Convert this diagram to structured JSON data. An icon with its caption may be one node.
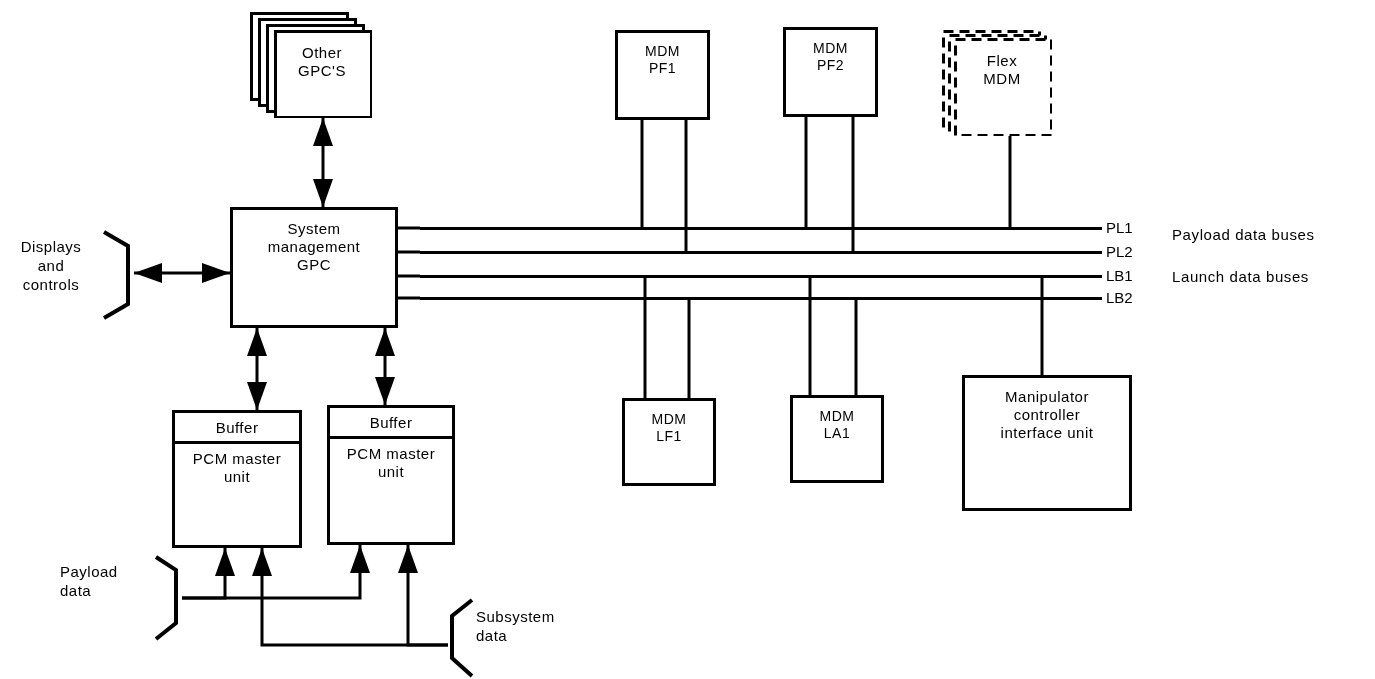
{
  "diagram": {
    "nodes": [
      {
        "text": [
          "Other GPC'S"
        ]
      },
      {
        "text": [
          "Displays and controls"
        ]
      },
      {
        "text": [
          "System management GPC"
        ]
      },
      {
        "text": [
          "MDM PF1"
        ]
      },
      {
        "text": [
          "MDM PF2"
        ]
      },
      {
        "text": [
          "Flex MDM"
        ]
      },
      {
        "text": [
          "PL1"
        ]
      },
      {
        "text": [
          "PL2"
        ]
      },
      {
        "text": [
          "LB1"
        ]
      },
      {
        "text": [
          "LB2"
        ]
      },
      {
        "text": [
          "Buffer",
          "PCM master unit"
        ]
      },
      {
        "text": [
          "Buffer",
          "PCM master unit"
        ]
      },
      {
        "text": [
          "MDM LF1"
        ]
      },
      {
        "text": [
          "MDM LA1"
        ]
      },
      {
        "text": [
          "Manipulator controller interface unit"
        ]
      },
      {
        "text": [
          "Payload data"
        ]
      },
      {
        "text": [
          "Subsystem data"
        ]
      }
    ],
    "edges": [
      {
        "from": 0,
        "to": 2,
        "arrow": "both"
      },
      {
        "from": 1,
        "to": 2,
        "arrow": "both"
      },
      {
        "from": 2,
        "to": 6,
        "arrow": "none"
      },
      {
        "from": 2,
        "to": 7,
        "arrow": "none"
      },
      {
        "from": 2,
        "to": 8,
        "arrow": "none"
      },
      {
        "from": 2,
        "to": 9,
        "arrow": "none"
      },
      {
        "from": 3,
        "to": 6,
        "arrow": "none"
      },
      {
        "from": 3,
        "to": 7,
        "arrow": "none"
      },
      {
        "from": 4,
        "to": 6,
        "arrow": "none"
      },
      {
        "from": 4,
        "to": 7,
        "arrow": "none"
      },
      {
        "from": 5,
        "to": 6,
        "arrow": "none"
      },
      {
        "from": 12,
        "to": 8,
        "arrow": "none"
      },
      {
        "from": 12,
        "to": 9,
        "arrow": "none"
      },
      {
        "from": 13,
        "to": 8,
        "arrow": "none"
      },
      {
        "from": 13,
        "to": 9,
        "arrow": "none"
      },
      {
        "from": 14,
        "to": 8,
        "arrow": "none"
      },
      {
        "from": 2,
        "to": 10,
        "arrow": "both"
      },
      {
        "from": 2,
        "to": 11,
        "arrow": "both"
      },
      {
        "from": 15,
        "to": 10,
        "arrow": "to"
      },
      {
        "from": 15,
        "to": 11,
        "arrow": "to"
      },
      {
        "from": 16,
        "to": 10,
        "arrow": "to"
      },
      {
        "from": 16,
        "to": 11,
        "arrow": "to"
      }
    ],
    "labels": [
      "Payload data buses",
      "Launch data buses"
    ]
  }
}
